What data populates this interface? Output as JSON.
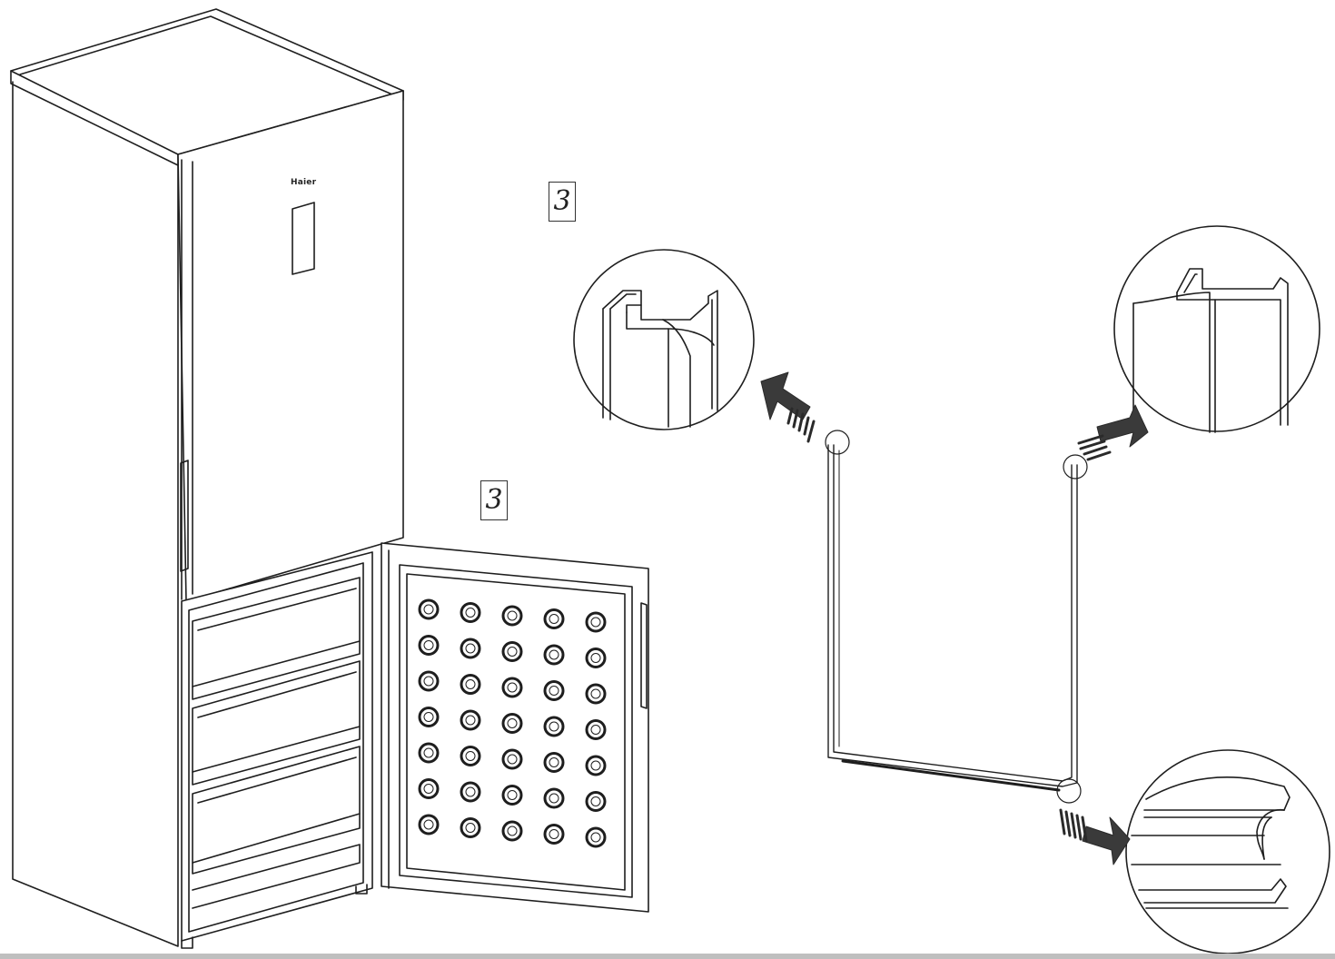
{
  "step_labels": {
    "upper": "3",
    "lower": "3"
  },
  "brand": {
    "logo_text": "Haier"
  },
  "colors": {
    "line": "#1e1e1e",
    "arrow_fill": "#3a3a3a",
    "background": "#ffffff",
    "bottom_rule": "#bfbfbf"
  },
  "icons": {
    "appliance": "refrigerator-freezer-icon",
    "callouts": [
      "magnify-callout-icon",
      "magnify-callout-icon",
      "magnify-callout-icon"
    ],
    "arrows": [
      "arrow-icon",
      "arrow-icon",
      "arrow-icon"
    ]
  },
  "freezer_door_grid": {
    "rows": 7,
    "columns": 5
  }
}
